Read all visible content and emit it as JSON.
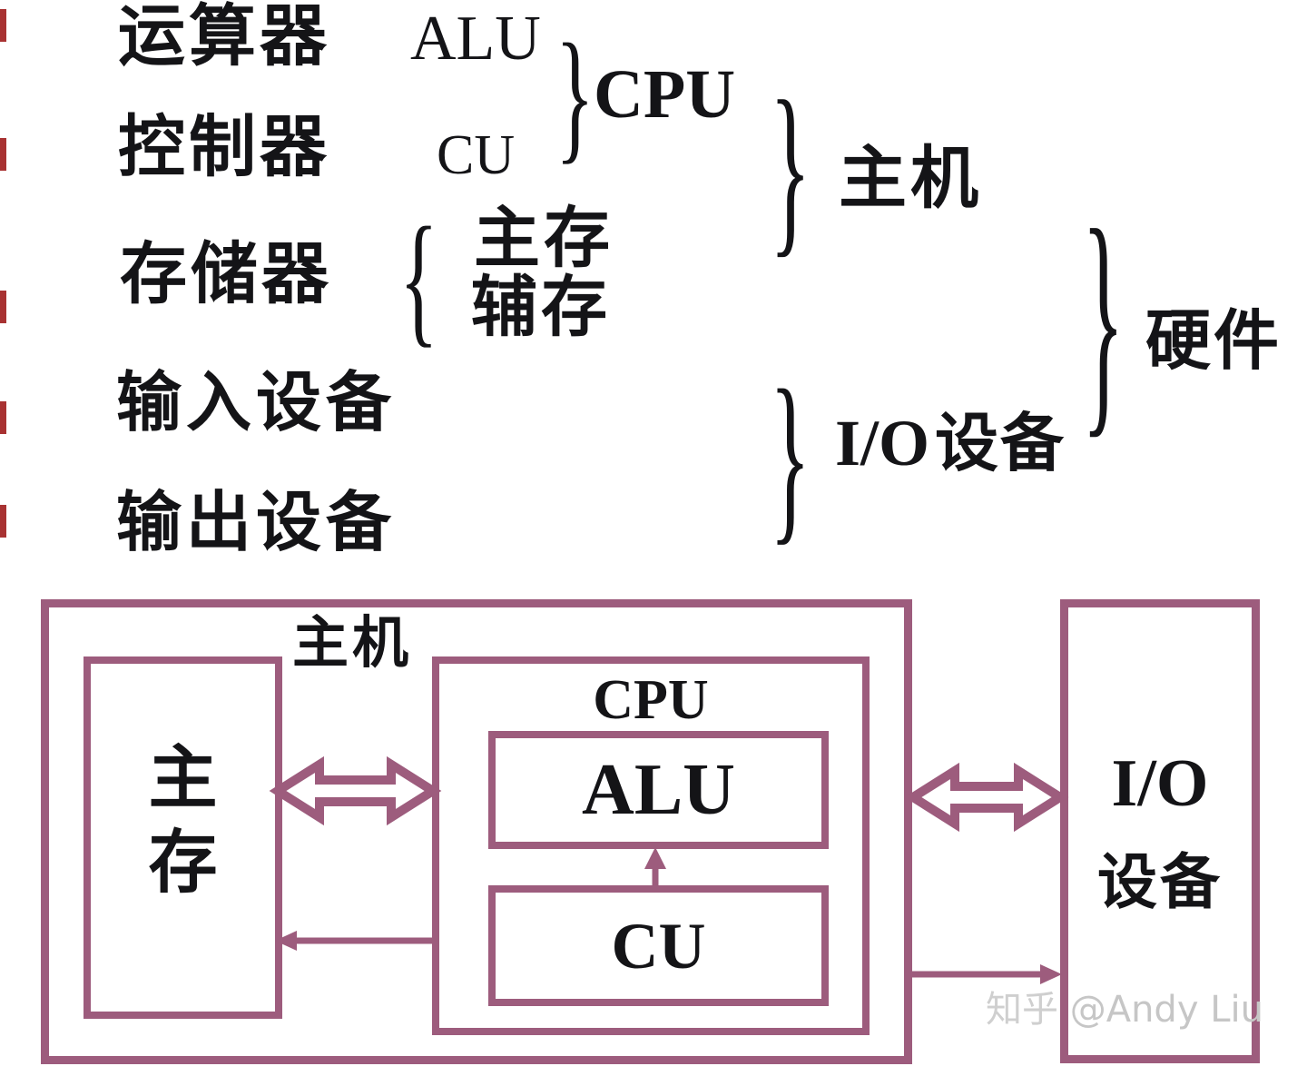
{
  "colors": {
    "line": "#9d5c7d",
    "text": "#141417",
    "watermark": "#c6c6c6",
    "bg": "#ffffff"
  },
  "classification": {
    "row_arithmetic": "运算器",
    "row_control": "控制器",
    "row_memory": "存储器",
    "row_input": "输入设备",
    "row_output": "输出设备",
    "alu": "ALU",
    "cu": "CU",
    "cpu": "CPU",
    "main_memory": "主存",
    "aux_memory": "辅存",
    "host": "主机",
    "io_prefix": "I/O",
    "io_suffix": "设备",
    "hardware": "硬件",
    "brace_open": "{",
    "brace_close": "}"
  },
  "block_diagram": {
    "host_label": "主机",
    "cpu_label": "CPU",
    "alu_label": "ALU",
    "cu_label": "CU",
    "memory_char1": "主",
    "memory_char2": "存",
    "io_line1": "I/O",
    "io_line2": "设备"
  },
  "watermark": {
    "prefix": "知乎",
    "handle": "@Andy Liu"
  }
}
